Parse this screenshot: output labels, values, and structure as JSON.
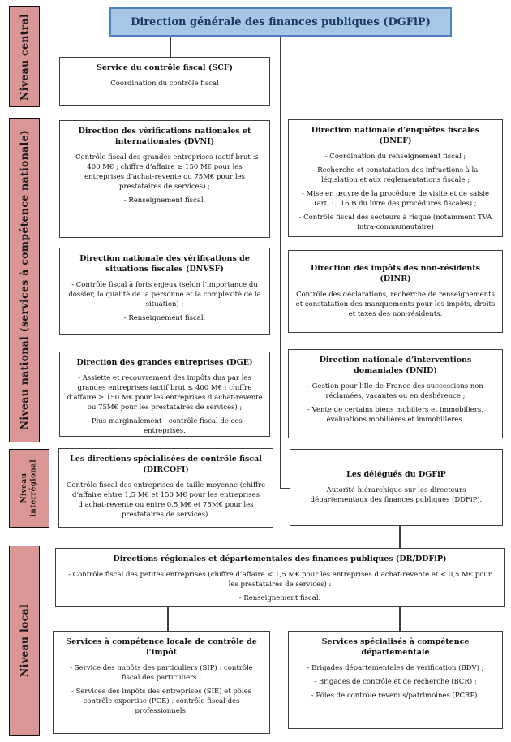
{
  "palette": {
    "band_fill": "#d99694",
    "band_border": "#0d0d0d",
    "root_fill": "#a9c6e5",
    "root_border": "#4f81bd",
    "root_text": "#1f3864",
    "box_border": "#3f3f3f",
    "line_color": "#404040",
    "text_color": "#111111"
  },
  "root": {
    "title": "Direction générale des finances publiques (DGFiP)"
  },
  "bands": {
    "central": "Niveau central",
    "national": "Niveau national (services à compétence nationale)",
    "interregional": "Niveau\ninterrégional",
    "local": "Niveau local"
  },
  "boxes": {
    "scf": {
      "title": "Service du contrôle fiscal (SCF)",
      "lines": [
        "Coordination du contrôle fiscal"
      ]
    },
    "dvni": {
      "title": "Direction des vérifications nationales et internationales (DVNI)",
      "lines": [
        "- Contrôle fiscal des grandes entreprises (actif brut ≤ 400 M€ ; chiffre d’affaire ≥ 150 M€ pour les entreprises d’achat-revente ou 75M€ pour les prestataires de services) ;",
        "- Renseignement fiscal."
      ]
    },
    "dnef": {
      "title": "Direction nationale d’enquêtes fiscales (DNEF)",
      "lines": [
        "- Coordination du renseignement fiscal ;",
        "- Recherche et constatation des infractions à la législation et aux réglementations fiscale ;",
        "- Mise en œuvre de la procédure de visite et de saisie (art. L. 16 B du livre des procédures fiscales) ;",
        "- Contrôle fiscal des secteurs à risque (notamment TVA intra-communautaire)"
      ]
    },
    "dnvsf": {
      "title": "Direction nationale des vérifications de situations fiscales (DNVSF)",
      "lines": [
        "- Contrôle fiscal à forts enjeux (selon l’importance du dossier, la qualité de la personne et la complexité de la situation) ;",
        "- Renseignement fiscal."
      ]
    },
    "dinr": {
      "title": "Direction des impôts des non-résidents (DINR)",
      "lines": [
        "Contrôle des déclarations, recherche de renseignements et constatation des manquements pour les impôts, droits et taxes des non-résidents."
      ]
    },
    "dge": {
      "title": "Direction des grandes entreprises (DGE)",
      "lines": [
        "- Assiette et recouvrement des impôts dus par les grandes entreprises (actif brut ≤ 400 M€ ; chiffre d’affaire ≥ 150 M€ pour les entreprises d’achat-revente ou 75M€ pour les prestataires de services) ;",
        "- Plus marginalement : contrôle fiscal de ces entreprises."
      ]
    },
    "dnid": {
      "title": "Direction nationale d’interventions domaniales (DNID)",
      "lines": [
        "- Gestion pour l’Ile-de-France des successions non réclamées, vacantes ou en déshérence ;",
        "- Vente de certains biens mobiliers et immobiliers, évaluations mobilières et immobilières."
      ]
    },
    "dircofi": {
      "title": "Les directions spécialisées de contrôle fiscal (DIRCOFI)",
      "lines": [
        "Contrôle fiscal des entreprises de taille moyenne (chiffre d’affaire entre 1,5 M€ et 150 M€ pour les entreprises d’achat-revente ou entre 0,5 M€ et 75M€ pour les prestataires de services)."
      ]
    },
    "delegues": {
      "title": "Les délégués du DGFiP",
      "lines": [
        "Autorité hiérarchique sur les directeurs départementaux des finances publiques (DDFiP)."
      ]
    },
    "drddfip": {
      "title": "Directions régionales et départementales des finances publiques (DR/DDFiP)",
      "lines": [
        "- Contrôle fiscal des petites entreprises (chiffre d’affaire < 1,5 M€ pour les entreprises d’achat-revente et < 0,5 M€ pour les prestataires de services) :",
        "- Renseignement fiscal."
      ]
    },
    "services_locaux": {
      "title": "Services à compétence locale de contrôle de l’impôt",
      "lines": [
        "- Service des impôts des particuliers (SIP) : contrôle fiscal des particuliers ;",
        "- Services des impôts des entreprises (SIE) et pôles contrôle expertise (PCE) : contrôle fiscal des professionnels."
      ]
    },
    "services_departementaux": {
      "title": "Services spécialisés à compétence départementale",
      "lines": [
        "- Brigades départementales de vérification (BDV) ;",
        "- Brigades de contrôle et de recherche (BCR) ;",
        "- Pôles de contrôle revenus/patrimoines (PCRP)."
      ]
    }
  }
}
